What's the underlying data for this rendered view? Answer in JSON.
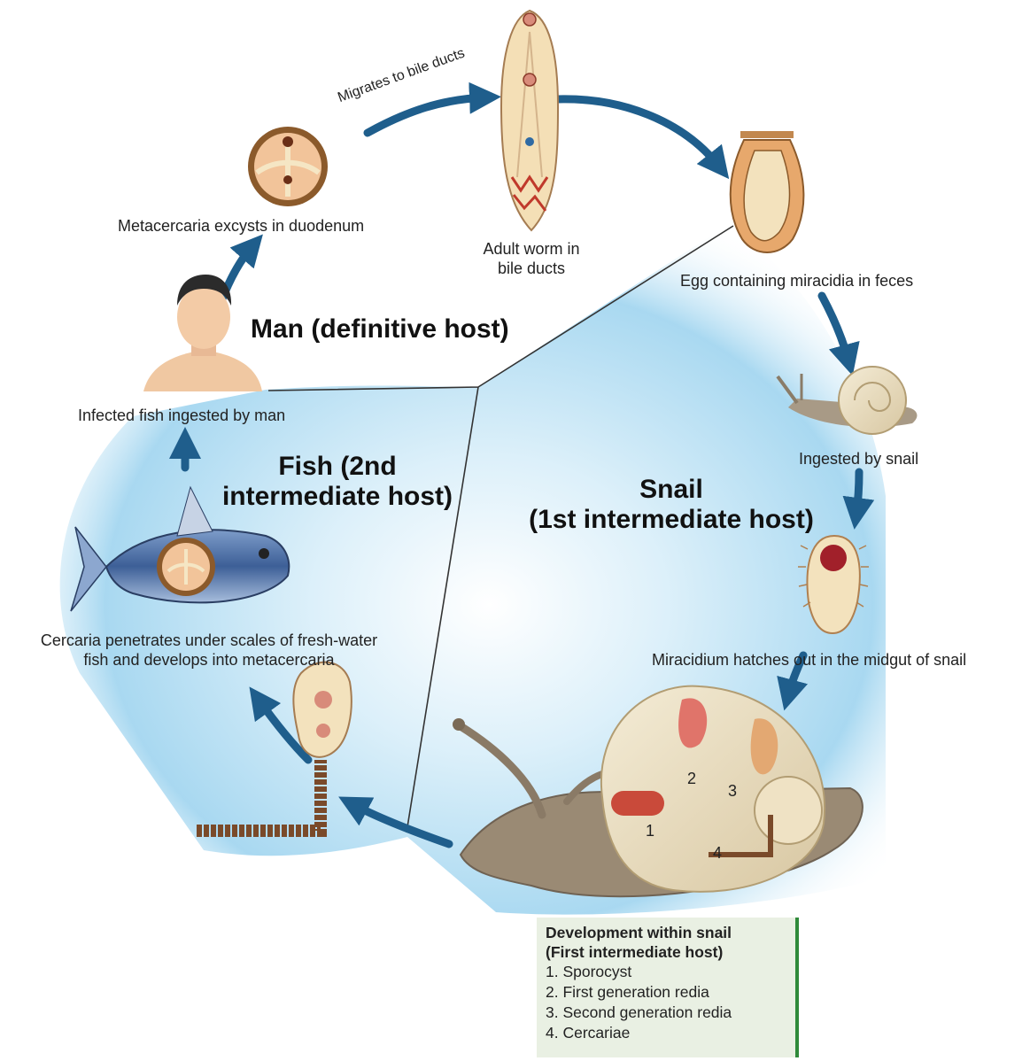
{
  "labels": {
    "migrates": "Migrates to bile ducts",
    "metacercaria_excysts": "Metacercaria excysts in duodenum",
    "adult_worm_line1": "Adult worm in",
    "adult_worm_line2": "bile ducts",
    "egg": "Egg containing miracidia in feces",
    "ingested_by_snail": "Ingested by snail",
    "miracidium": "Miracidium hatches out in the midgut of snail",
    "infected_fish": "Infected fish ingested by man",
    "cercaria_line1": "Cercaria penetrates under scales of fresh-water",
    "cercaria_line2": "fish and develops into metacercaria"
  },
  "hosts": {
    "man": "Man (definitive host)",
    "fish_line1": "Fish (2nd",
    "fish_line2": "intermediate host)",
    "snail_line1": "Snail",
    "snail_line2": "(1st intermediate host)"
  },
  "snail_numbers": [
    "1",
    "2",
    "3",
    "4"
  ],
  "development_box": {
    "title_line1": "Development within snail",
    "title_line2": "(First intermediate host)",
    "items": [
      "1. Sporocyst",
      "2. First generation redia",
      "3. Second generation redia",
      "4. Cercariae"
    ]
  },
  "colors": {
    "arrow": "#1f5e8c",
    "background_blue": "#9fd4ef",
    "box_border": "#2f8a3a",
    "box_fill": "#e9f0e3"
  }
}
